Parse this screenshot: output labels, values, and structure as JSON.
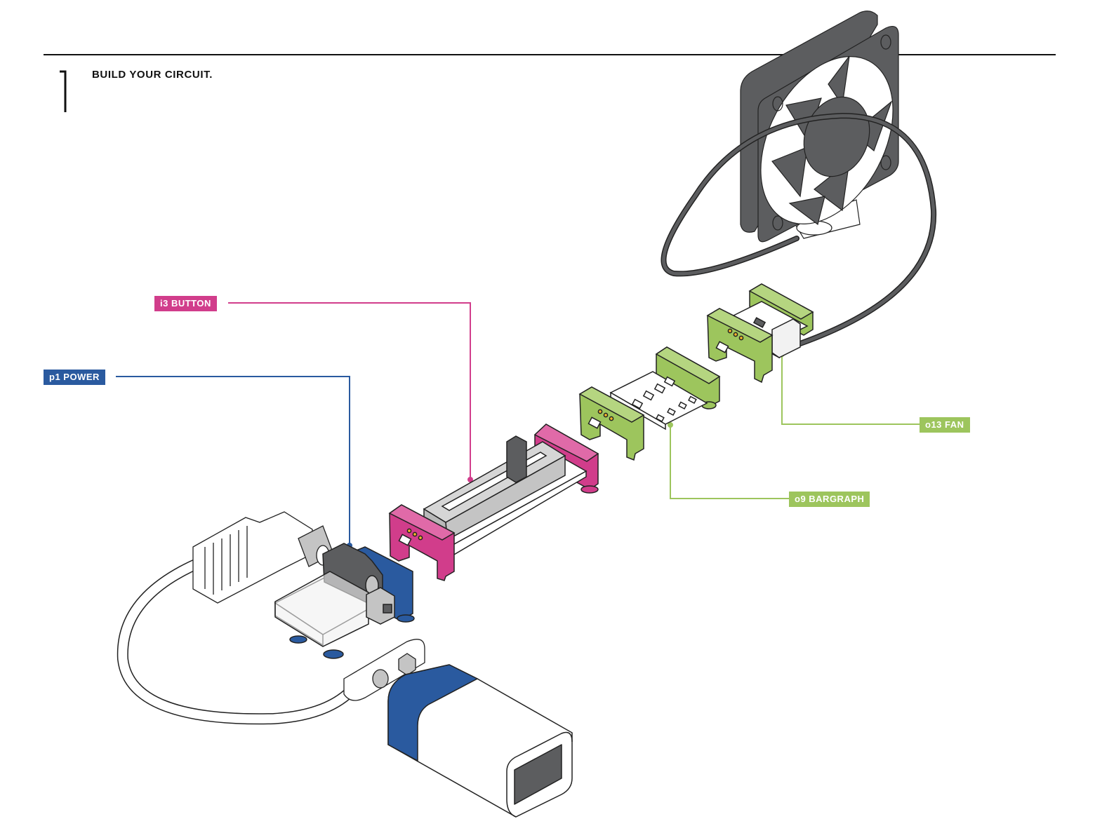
{
  "step": {
    "number": "1",
    "title": "BUILD YOUR CIRCUIT."
  },
  "colors": {
    "power": "#2a5a9f",
    "input": "#d13d8b",
    "output": "#9dc55d",
    "dark": "#5c5d5f",
    "gray": "#c4c4c4",
    "connector_dot": "#f3b52b"
  },
  "labels": {
    "power": "p1 POWER",
    "button": "i3 BUTTON",
    "fan": "o13 FAN",
    "bargraph": "o9 BARGRAPH"
  },
  "components": [
    {
      "id": "battery",
      "name": "9V battery"
    },
    {
      "id": "battery-cable",
      "name": "battery cable"
    },
    {
      "id": "p1-power",
      "name": "p1 power module"
    },
    {
      "id": "i3-button",
      "name": "i3 slide button module"
    },
    {
      "id": "o9-bargraph",
      "name": "o9 bargraph module"
    },
    {
      "id": "o13-fan",
      "name": "o13 fan module"
    },
    {
      "id": "fan",
      "name": "fan"
    }
  ]
}
